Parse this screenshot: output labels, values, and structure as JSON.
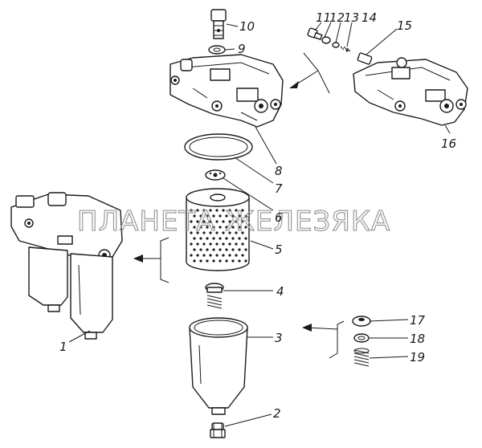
{
  "watermark": "ПЛАНЕТА ЖЕЛЕЗЯКА",
  "callouts": [
    "1",
    "2",
    "3",
    "4",
    "5",
    "6",
    "7",
    "8",
    "9",
    "10",
    "11",
    "12",
    "13",
    "14",
    "15",
    "16",
    "17",
    "18",
    "19"
  ],
  "colors": {
    "line": "#1a1a1a",
    "watermark": "#9a9a9a",
    "background": "#ffffff"
  }
}
